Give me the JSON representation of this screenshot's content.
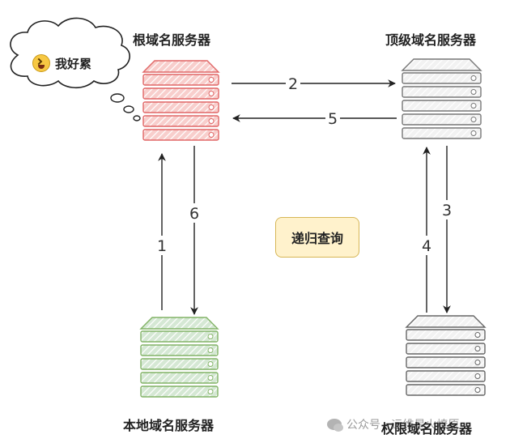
{
  "nodes": {
    "root": {
      "label": "根域名服务器",
      "color": "#e06666"
    },
    "tld": {
      "label": "顶级域名服务器",
      "color": "#777777"
    },
    "local": {
      "label": "本地域名服务器",
      "color": "#82b366"
    },
    "authoritative": {
      "label": "权限域名服务器",
      "color": "#666666"
    }
  },
  "thought_bubble": {
    "text": "我好累",
    "emoji": "tired-face-icon"
  },
  "badge": {
    "text": "递归查询",
    "fill": "#fff2cc",
    "stroke": "#d6b656"
  },
  "edges": [
    {
      "label": "1",
      "from": "local",
      "to": "root"
    },
    {
      "label": "2",
      "from": "root",
      "to": "tld"
    },
    {
      "label": "3",
      "from": "tld",
      "to": "authoritative"
    },
    {
      "label": "4",
      "from": "authoritative",
      "to": "tld"
    },
    {
      "label": "5",
      "from": "tld",
      "to": "root"
    },
    {
      "label": "6",
      "from": "root",
      "to": "local"
    }
  ],
  "watermark": {
    "text": "公众号 · 运维星火燎原"
  }
}
